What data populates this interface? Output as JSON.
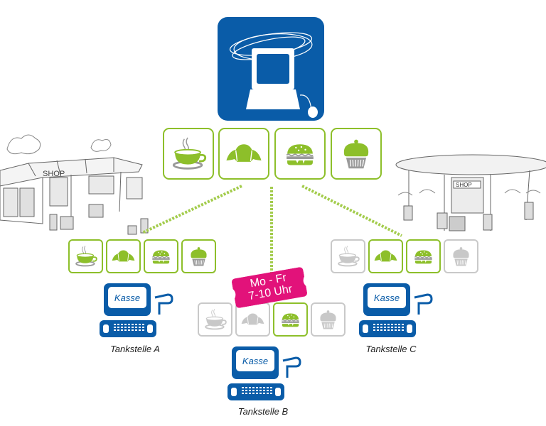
{
  "diagram": {
    "central_system": {
      "name": "central-computer",
      "icon": "computer-network-icon",
      "color": "#0a5ca8"
    },
    "central_products": [
      {
        "name": "coffee",
        "icon": "coffee-cup-icon",
        "active": true
      },
      {
        "name": "croissant",
        "icon": "croissant-icon",
        "active": true
      },
      {
        "name": "burger",
        "icon": "burger-icon",
        "active": true
      },
      {
        "name": "muffin",
        "icon": "muffin-icon",
        "active": true
      }
    ],
    "stations": [
      {
        "id": "A",
        "label": "Tankstelle A",
        "register_label": "Kasse",
        "products": [
          {
            "name": "coffee",
            "active": true
          },
          {
            "name": "croissant",
            "active": true
          },
          {
            "name": "burger",
            "active": true
          },
          {
            "name": "muffin",
            "active": true
          }
        ]
      },
      {
        "id": "B",
        "label": "Tankstelle B",
        "register_label": "Kasse",
        "schedule_tag": {
          "line1": "Mo - Fr",
          "line2": "7-10 Uhr"
        },
        "products": [
          {
            "name": "coffee",
            "active": false
          },
          {
            "name": "croissant",
            "active": false
          },
          {
            "name": "burger",
            "active": true
          },
          {
            "name": "muffin",
            "active": false
          }
        ]
      },
      {
        "id": "C",
        "label": "Tankstelle C",
        "register_label": "Kasse",
        "products": [
          {
            "name": "coffee",
            "active": false
          },
          {
            "name": "croissant",
            "active": true
          },
          {
            "name": "burger",
            "active": true
          },
          {
            "name": "muffin",
            "active": false
          }
        ]
      }
    ],
    "illustrations": [
      {
        "name": "gas-station-left",
        "sign": "SHOP"
      },
      {
        "name": "gas-station-right",
        "sign": "SHOP"
      }
    ],
    "colors": {
      "brand_blue": "#0a5ca8",
      "active_green": "#8dbf2a",
      "inactive_gray": "#c9c9c9",
      "icon_gray": "#9a9a9a",
      "tag_magenta": "#e2127a"
    }
  }
}
